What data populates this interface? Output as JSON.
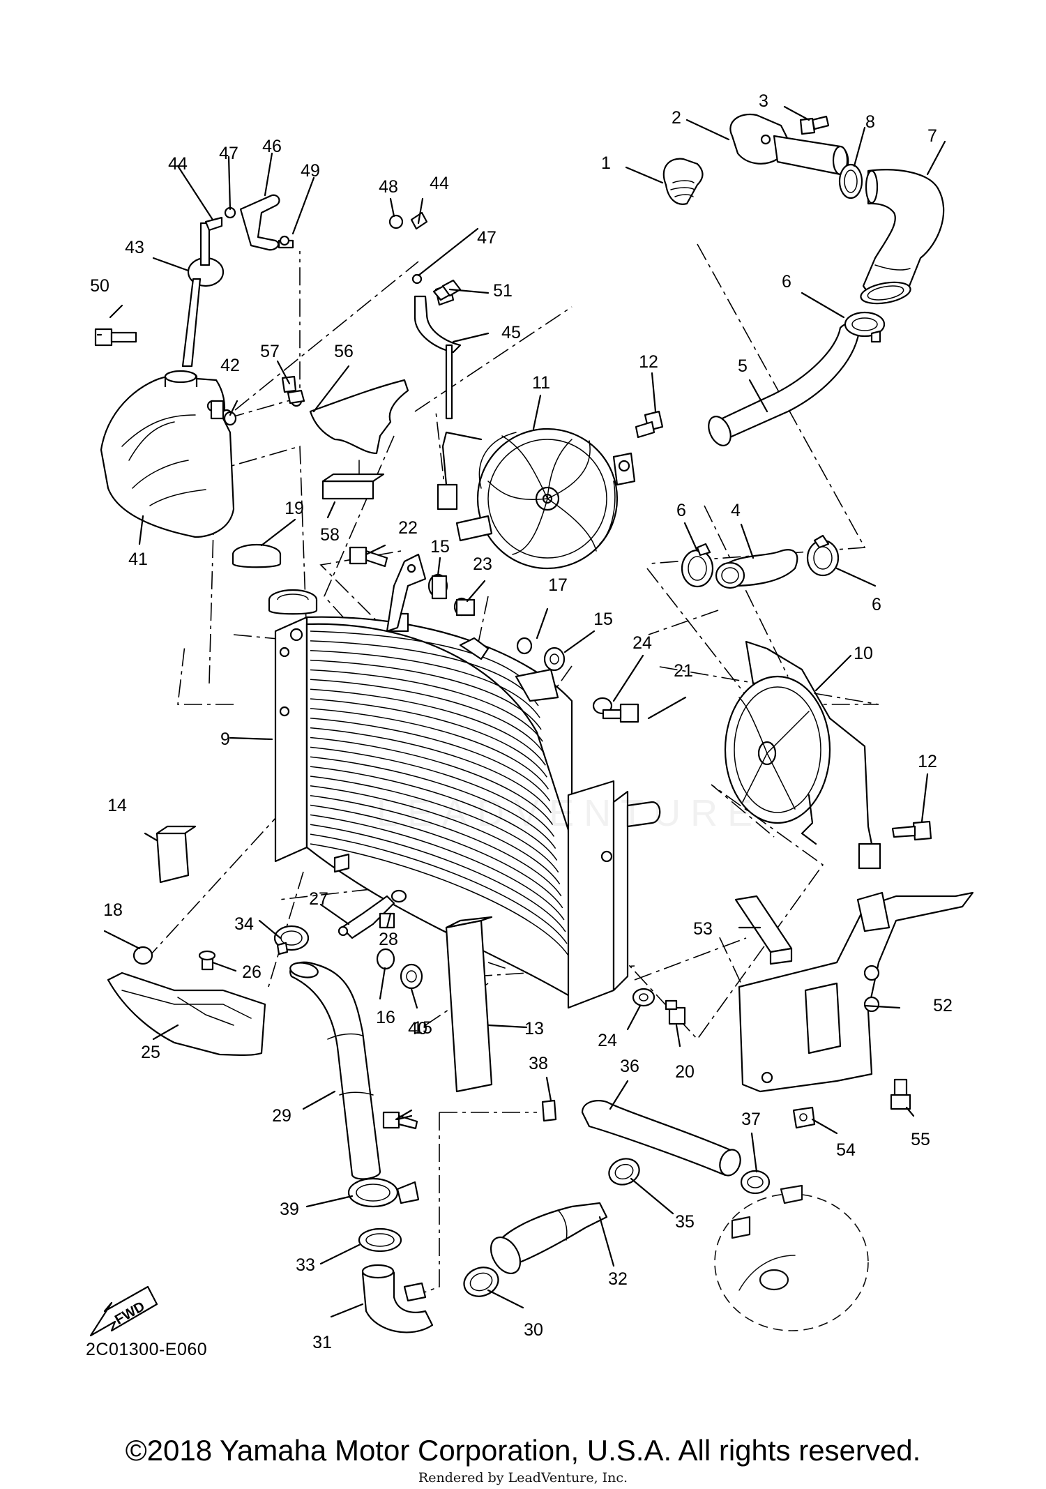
{
  "diagram": {
    "code": "2C01300-E060",
    "fwd_label": "FWD",
    "copyright": "©2018 Yamaha Motor Corporation, U.S.A. All rights reserved.",
    "rendered_by": "Rendered by LeadVenture, Inc.",
    "watermark": "LEADVENTURE"
  },
  "callouts": [
    {
      "id": "c1",
      "label": "1"
    },
    {
      "id": "c2",
      "label": "2"
    },
    {
      "id": "c3",
      "label": "3"
    },
    {
      "id": "c4",
      "label": "4"
    },
    {
      "id": "c5",
      "label": "5"
    },
    {
      "id": "c6a",
      "label": "6"
    },
    {
      "id": "c6b",
      "label": "6"
    },
    {
      "id": "c6c",
      "label": "6"
    },
    {
      "id": "c7",
      "label": "7"
    },
    {
      "id": "c8",
      "label": "8"
    },
    {
      "id": "c9",
      "label": "9"
    },
    {
      "id": "c10",
      "label": "10"
    },
    {
      "id": "c11",
      "label": "11"
    },
    {
      "id": "c12a",
      "label": "12"
    },
    {
      "id": "c12b",
      "label": "12"
    },
    {
      "id": "c13",
      "label": "13"
    },
    {
      "id": "c14",
      "label": "14"
    },
    {
      "id": "c15a",
      "label": "15"
    },
    {
      "id": "c15b",
      "label": "15"
    },
    {
      "id": "c15c",
      "label": "15"
    },
    {
      "id": "c16",
      "label": "16"
    },
    {
      "id": "c17",
      "label": "17"
    },
    {
      "id": "c18",
      "label": "18"
    },
    {
      "id": "c19",
      "label": "19"
    },
    {
      "id": "c20",
      "label": "20"
    },
    {
      "id": "c21",
      "label": "21"
    },
    {
      "id": "c22",
      "label": "22"
    },
    {
      "id": "c23",
      "label": "23"
    },
    {
      "id": "c24a",
      "label": "24"
    },
    {
      "id": "c24b",
      "label": "24"
    },
    {
      "id": "c25",
      "label": "25"
    },
    {
      "id": "c26",
      "label": "26"
    },
    {
      "id": "c27",
      "label": "27"
    },
    {
      "id": "c28",
      "label": "28"
    },
    {
      "id": "c29",
      "label": "29"
    },
    {
      "id": "c30",
      "label": "30"
    },
    {
      "id": "c31",
      "label": "31"
    },
    {
      "id": "c32",
      "label": "32"
    },
    {
      "id": "c33",
      "label": "33"
    },
    {
      "id": "c34",
      "label": "34"
    },
    {
      "id": "c35",
      "label": "35"
    },
    {
      "id": "c36",
      "label": "36"
    },
    {
      "id": "c37",
      "label": "37"
    },
    {
      "id": "c38",
      "label": "38"
    },
    {
      "id": "c39",
      "label": "39"
    },
    {
      "id": "c40",
      "label": "40"
    },
    {
      "id": "c41",
      "label": "41"
    },
    {
      "id": "c42",
      "label": "42"
    },
    {
      "id": "c43",
      "label": "43"
    },
    {
      "id": "c44a",
      "label": "44"
    },
    {
      "id": "c44b",
      "label": "44"
    },
    {
      "id": "c45",
      "label": "45"
    },
    {
      "id": "c46",
      "label": "46"
    },
    {
      "id": "c47a",
      "label": "47"
    },
    {
      "id": "c47b",
      "label": "47"
    },
    {
      "id": "c48",
      "label": "48"
    },
    {
      "id": "c49",
      "label": "49"
    },
    {
      "id": "c50",
      "label": "50"
    },
    {
      "id": "c51",
      "label": "51"
    },
    {
      "id": "c52",
      "label": "52"
    },
    {
      "id": "c53",
      "label": "53"
    },
    {
      "id": "c54",
      "label": "54"
    },
    {
      "id": "c55",
      "label": "55"
    },
    {
      "id": "c56",
      "label": "56"
    },
    {
      "id": "c57",
      "label": "57"
    },
    {
      "id": "c58",
      "label": "58"
    }
  ]
}
